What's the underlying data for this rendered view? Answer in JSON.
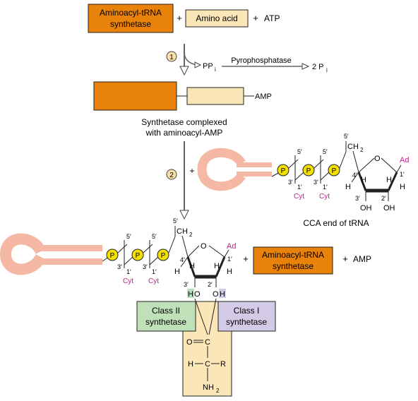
{
  "top": {
    "synthetase_line1": "Aminoacyl-tRNA",
    "synthetase_line2": "synthetase",
    "plus1": "+",
    "amino_acid": "Amino acid",
    "plus2": "+",
    "atp": "ATP"
  },
  "step1": {
    "number": "1",
    "ppi": "PP",
    "ppi_sub": "i",
    "enzyme": "Pyrophosphatase",
    "product": "2 P",
    "product_sub": "i"
  },
  "complex": {
    "amp": "AMP",
    "caption_line1": "Synthetase complexed",
    "caption_line2": "with aminoacyl-AMP"
  },
  "step2": {
    "number": "2",
    "plus": "+"
  },
  "trna_top": {
    "phosphate": "P",
    "five_prime": "5′",
    "three_prime": "3′",
    "one_prime": "1′",
    "cyt": "Cyt",
    "ch2": "CH",
    "ch2_sub": "2",
    "oxygen": "O",
    "ad": "Ad",
    "four_prime": "4′",
    "h": "H",
    "two_prime": "2′",
    "oh": "OH",
    "caption": "CCA end of tRNA"
  },
  "trna_bottom": {
    "ho": "HO",
    "h_ho": "H",
    "o_ho": "O",
    "o_oh": "O",
    "h_oh": "H"
  },
  "products": {
    "plus": "+",
    "synthetase_line1": "Aminoacyl-tRNA",
    "synthetase_line2": "synthetase",
    "plus2": "+",
    "amp": "AMP"
  },
  "classes": {
    "class2_line1": "Class II",
    "class2_line2": "synthetase",
    "class1_line1": "Class I",
    "class1_line2": "synthetase"
  },
  "aminoacyl": {
    "o": "O",
    "c": "C",
    "h": "H",
    "r": "R",
    "nh": "NH",
    "nh_sub": "2"
  },
  "colors": {
    "orange": "#e8820a",
    "cream": "#fbe6b8",
    "phosphate_yellow": "#f5e000",
    "trna_pink": "#f4b8a4",
    "cyt_magenta": "#c0218a",
    "class2_green": "#bfe0b8",
    "class1_purple": "#d3cae6",
    "hydroxyl_highlight": "#b8dfc0",
    "step_circle": "#fbe0a8"
  }
}
